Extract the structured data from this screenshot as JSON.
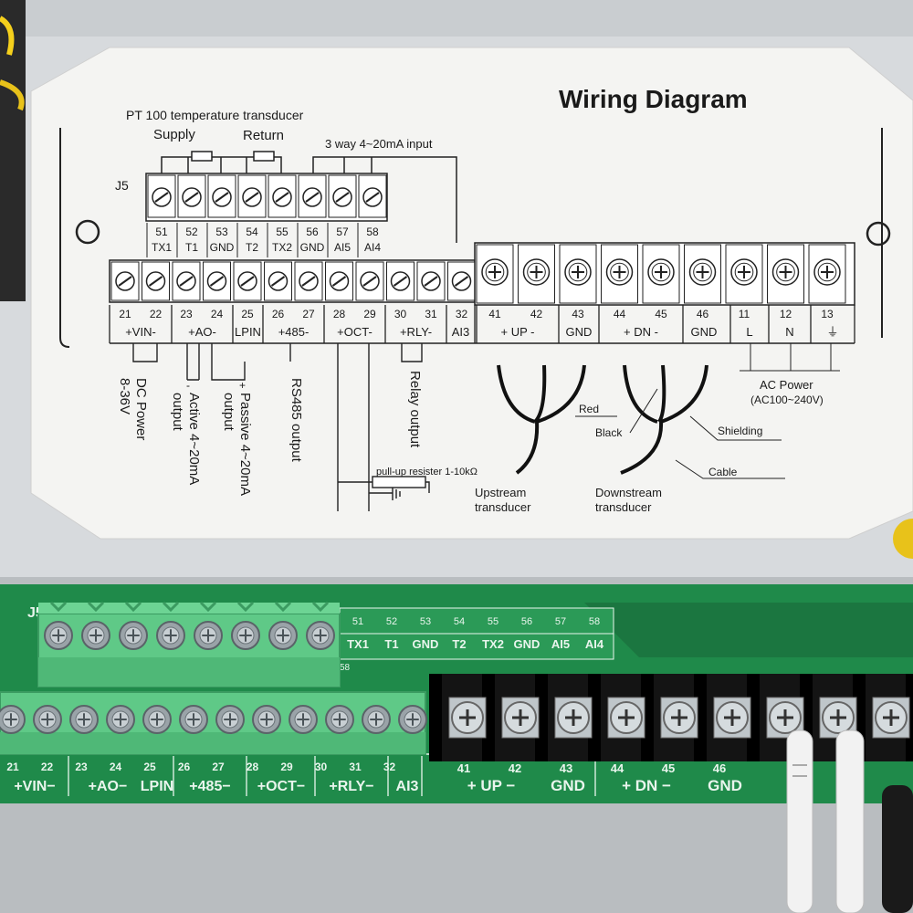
{
  "label": {
    "title": "Wiring Diagram",
    "pt100": "PT 100 temperature transducer",
    "supply": "Supply",
    "return_label": "Return",
    "three_way": "3 way 4~20mA input",
    "j5": "J5",
    "top_nums": [
      "51",
      "52",
      "53",
      "54",
      "55",
      "56",
      "57",
      "58"
    ],
    "top_names": [
      "TX1",
      "T1",
      "GND",
      "T2",
      "TX2",
      "GND",
      "AI5",
      "AI4"
    ],
    "bottom_nums": [
      "21",
      "22",
      "23",
      "24",
      "25",
      "26",
      "27",
      "28",
      "29",
      "30",
      "31",
      "32"
    ],
    "group_labels": [
      "+VIN-",
      "+AO-",
      "LPIN",
      "+485-",
      "+OCT-",
      "+RLY-",
      "AI3"
    ],
    "large_nums": [
      "41",
      "42",
      "43",
      "44",
      "45",
      "46",
      "11",
      "12",
      "13"
    ],
    "large_group_labels": [
      "+  UP  -",
      "GND",
      "+  DN  -",
      "GND",
      "L",
      "N",
      "⏚"
    ],
    "dc_power": "DC Power",
    "dc_range": "8-36V",
    "active_out_1": "Active  4~20mA",
    "active_out_2": "output",
    "passive_out_1": "Passive  4~20mA",
    "passive_out_2": "output",
    "rs485_out": "RS485 output",
    "relay_out": "Relay output",
    "pullup": "pull-up resister 1-10kΩ",
    "red": "Red",
    "black": "Black",
    "shielding": "Shielding",
    "cable": "Cable",
    "upstream_1": "Upstream",
    "upstream_2": "transducer",
    "downstream_1": "Downstream",
    "downstream_2": "transducer",
    "ac_power_1": "AC Power",
    "ac_power_2": "(AC100~240V)"
  },
  "board": {
    "j5": "J5",
    "top_nums": [
      "51",
      "52",
      "53",
      "54",
      "55",
      "56",
      "57",
      "58"
    ],
    "top_names": [
      "TX1",
      "T1",
      "GND",
      "T2",
      "TX2",
      "GND",
      "AI5",
      "AI4"
    ],
    "row2_num": "58",
    "bottom_nums": [
      "21",
      "22",
      "23",
      "24",
      "25",
      "26",
      "27",
      "28",
      "29",
      "30",
      "31",
      "32"
    ],
    "bottom_groups": [
      "+VIN−",
      "+AO−",
      "LPIN",
      "+485−",
      "+OCT−",
      "+RLY−",
      "AI3"
    ],
    "large_nums": [
      "41",
      "42",
      "43",
      "44",
      "45",
      "46"
    ],
    "large_groups": [
      "+ UP −",
      "GND",
      "+ DN −",
      "GND"
    ]
  },
  "colors": {
    "pcb": "#1f8a4a",
    "terminal_green": "#5fc987",
    "label_paper": "#f4f4f2",
    "barrier_black": "#141414"
  }
}
